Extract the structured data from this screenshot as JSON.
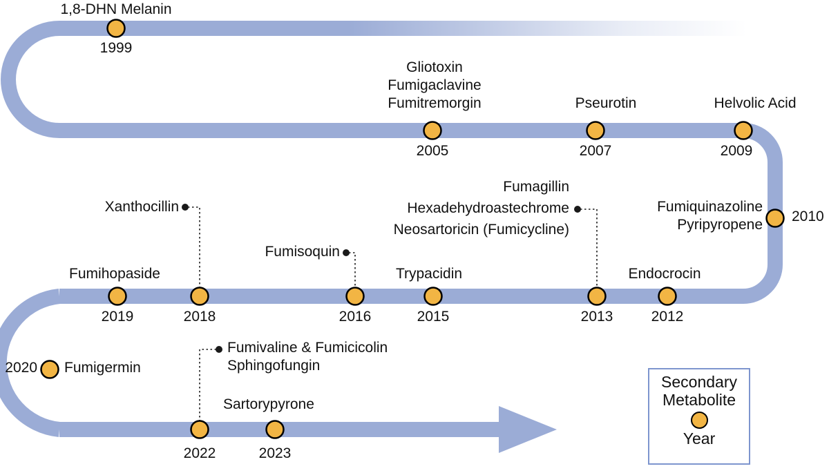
{
  "figure": {
    "type": "timeline",
    "title": "Secondary metabolite discovery timeline",
    "ribbon_color": "#9BACD6",
    "node_color": "#F2B544",
    "node_border_color": "#000000",
    "legend_border_color": "#7D95CE"
  },
  "legend": {
    "title_line1": "Secondary",
    "title_line2": "Metabolite",
    "dot_label": "Year"
  },
  "chart_data": {
    "type": "timeline",
    "title": "Secondary Metabolite Discovery Timeline",
    "nodes": [
      {
        "year": "1999",
        "metabolites": "1,8-DHN Melanin",
        "leader": false
      },
      {
        "year": "2005",
        "metabolites": "Gliotoxin\nFumigaclavine\nFumitremorgin",
        "leader": false
      },
      {
        "year": "2007",
        "metabolites": "Pseurotin",
        "leader": false
      },
      {
        "year": "2009",
        "metabolites": "Helvolic Acid",
        "leader": false
      },
      {
        "year": "2010",
        "metabolites": "Fumiquinazoline\nPyripyropene",
        "leader": false
      },
      {
        "year": "2012",
        "metabolites": "Endocrocin",
        "leader": false
      },
      {
        "year": "2013",
        "metabolites": "Fumagillin\nHexadehydroastechrome\nNeosartoricin (Fumicycline)",
        "leader": true
      },
      {
        "year": "2015",
        "metabolites": "Trypacidin",
        "leader": false
      },
      {
        "year": "2016",
        "metabolites": "Fumisoquin",
        "leader": true
      },
      {
        "year": "2018",
        "metabolites": "Xanthocillin",
        "leader": true
      },
      {
        "year": "2019",
        "metabolites": "Fumihopaside",
        "leader": false
      },
      {
        "year": "2020",
        "metabolites": "Fumigermin",
        "leader": false
      },
      {
        "year": "2022",
        "metabolites": "Fumivaline & Fumicicolin\nSphingofungin",
        "leader": true
      },
      {
        "year": "2023",
        "metabolites": "Sartorypyrone",
        "leader": false
      }
    ]
  },
  "labels": {
    "dhn_melanin": "1,8-DHN Melanin",
    "year_1999": "1999",
    "gliotoxin": "Gliotoxin",
    "fumigaclavine": "Fumigaclavine",
    "fumitremorgin": "Fumitremorgin",
    "year_2005": "2005",
    "pseurotin": "Pseurotin",
    "year_2007": "2007",
    "helvolic_acid": "Helvolic Acid",
    "year_2009": "2009",
    "fumiquinazoline": "Fumiquinazoline",
    "pyripyropene": "Pyripyropene",
    "year_2010": "2010",
    "xanthocillin": "Xanthocillin",
    "fumagillin": "Fumagillin",
    "hexadehydroastechrome": "Hexadehydroastechrome",
    "neosartoricin": "Neosartoricin (Fumicycline)",
    "fumisoquin": "Fumisoquin",
    "fumihopaside": "Fumihopaside",
    "trypacidin": "Trypacidin",
    "endocrocin": "Endocrocin",
    "year_2019": "2019",
    "year_2018": "2018",
    "year_2016": "2016",
    "year_2015": "2015",
    "year_2013": "2013",
    "year_2012": "2012",
    "year_2020": "2020",
    "fumigermin": "Fumigermin",
    "fumivaline_fumicicolin": "Fumivaline & Fumicicolin",
    "sphingofungin": "Sphingofungin",
    "sartorypyrone": "Sartorypyrone",
    "year_2022": "2022",
    "year_2023": "2023"
  }
}
